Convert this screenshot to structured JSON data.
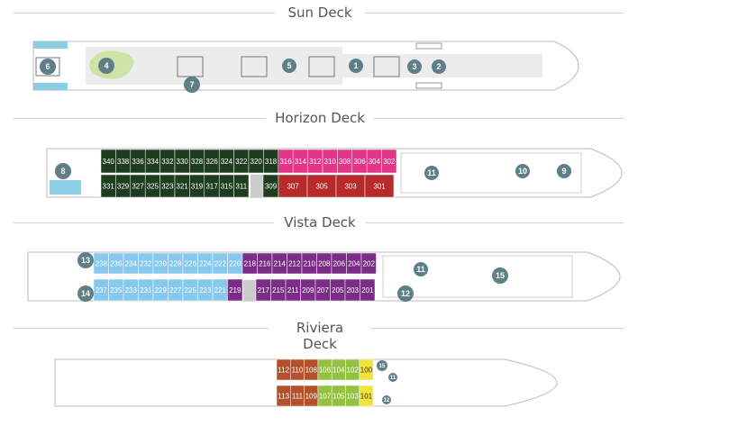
{
  "decks": {
    "sun": {
      "title": "Sun Deck",
      "markers": [
        "6",
        "4",
        "5",
        "1",
        "3",
        "2",
        "7"
      ]
    },
    "horizon": {
      "title": "Horizon Deck",
      "upper_cabins": [
        "340",
        "338",
        "336",
        "334",
        "332",
        "330",
        "328",
        "326",
        "324",
        "322",
        "320",
        "318",
        "316",
        "314",
        "312",
        "310",
        "308",
        "306",
        "304",
        "302"
      ],
      "lower_cabins": [
        "331",
        "329",
        "327",
        "325",
        "323",
        "321",
        "319",
        "317",
        "315",
        "311",
        "309",
        "307",
        "305",
        "303",
        "301"
      ],
      "markers": [
        "8",
        "11",
        "10",
        "9"
      ]
    },
    "vista": {
      "title": "Vista Deck",
      "upper_cabins": [
        "238",
        "236",
        "234",
        "232",
        "230",
        "228",
        "226",
        "224",
        "222",
        "220",
        "218",
        "216",
        "214",
        "212",
        "210",
        "208",
        "206",
        "204",
        "202"
      ],
      "lower_cabins": [
        "237",
        "235",
        "233",
        "231",
        "229",
        "227",
        "225",
        "223",
        "221",
        "219",
        "217",
        "215",
        "211",
        "209",
        "207",
        "205",
        "203",
        "201"
      ],
      "markers": [
        "13",
        "14",
        "11",
        "15",
        "12"
      ]
    },
    "riviera": {
      "title": "Riviera Deck",
      "upper_cabins": [
        "112",
        "110",
        "108",
        "106",
        "104",
        "102",
        "100"
      ],
      "lower_cabins": [
        "113",
        "111",
        "109",
        "107",
        "105",
        "103",
        "101"
      ],
      "markers": [
        "15",
        "11",
        "12"
      ]
    }
  },
  "colors": {
    "dark_green": "#1e3d1e",
    "magenta": "#e23587",
    "red": "#b82a2a",
    "light_blue": "#86c8ee",
    "purple": "#7a2c86",
    "brown": "#b5502c",
    "lime": "#93c241",
    "yellow": "#f2e23c",
    "marker": "#5f7f88"
  }
}
